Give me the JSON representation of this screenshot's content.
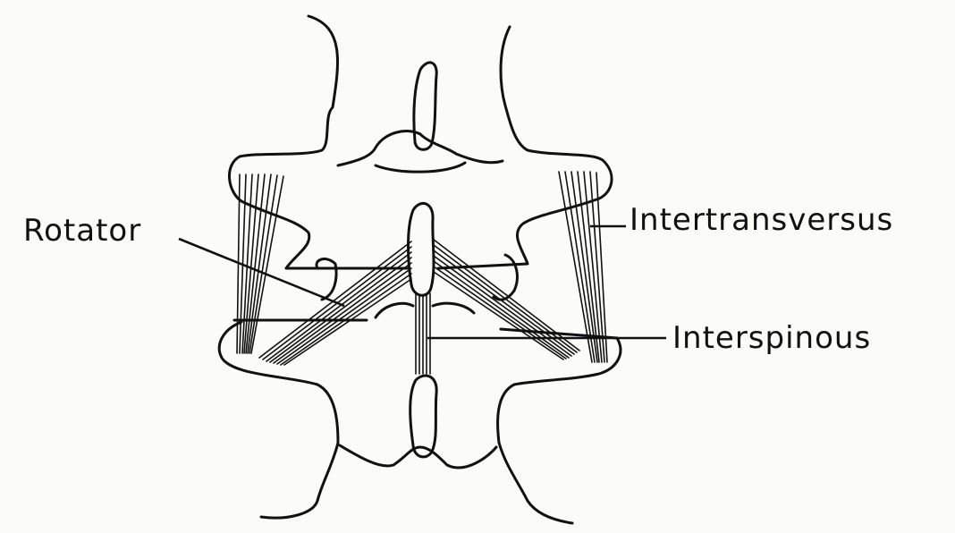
{
  "labels": {
    "rotator": "Rotator",
    "intertransversus": "Intertransversus",
    "interspinous": "Interspinous"
  }
}
